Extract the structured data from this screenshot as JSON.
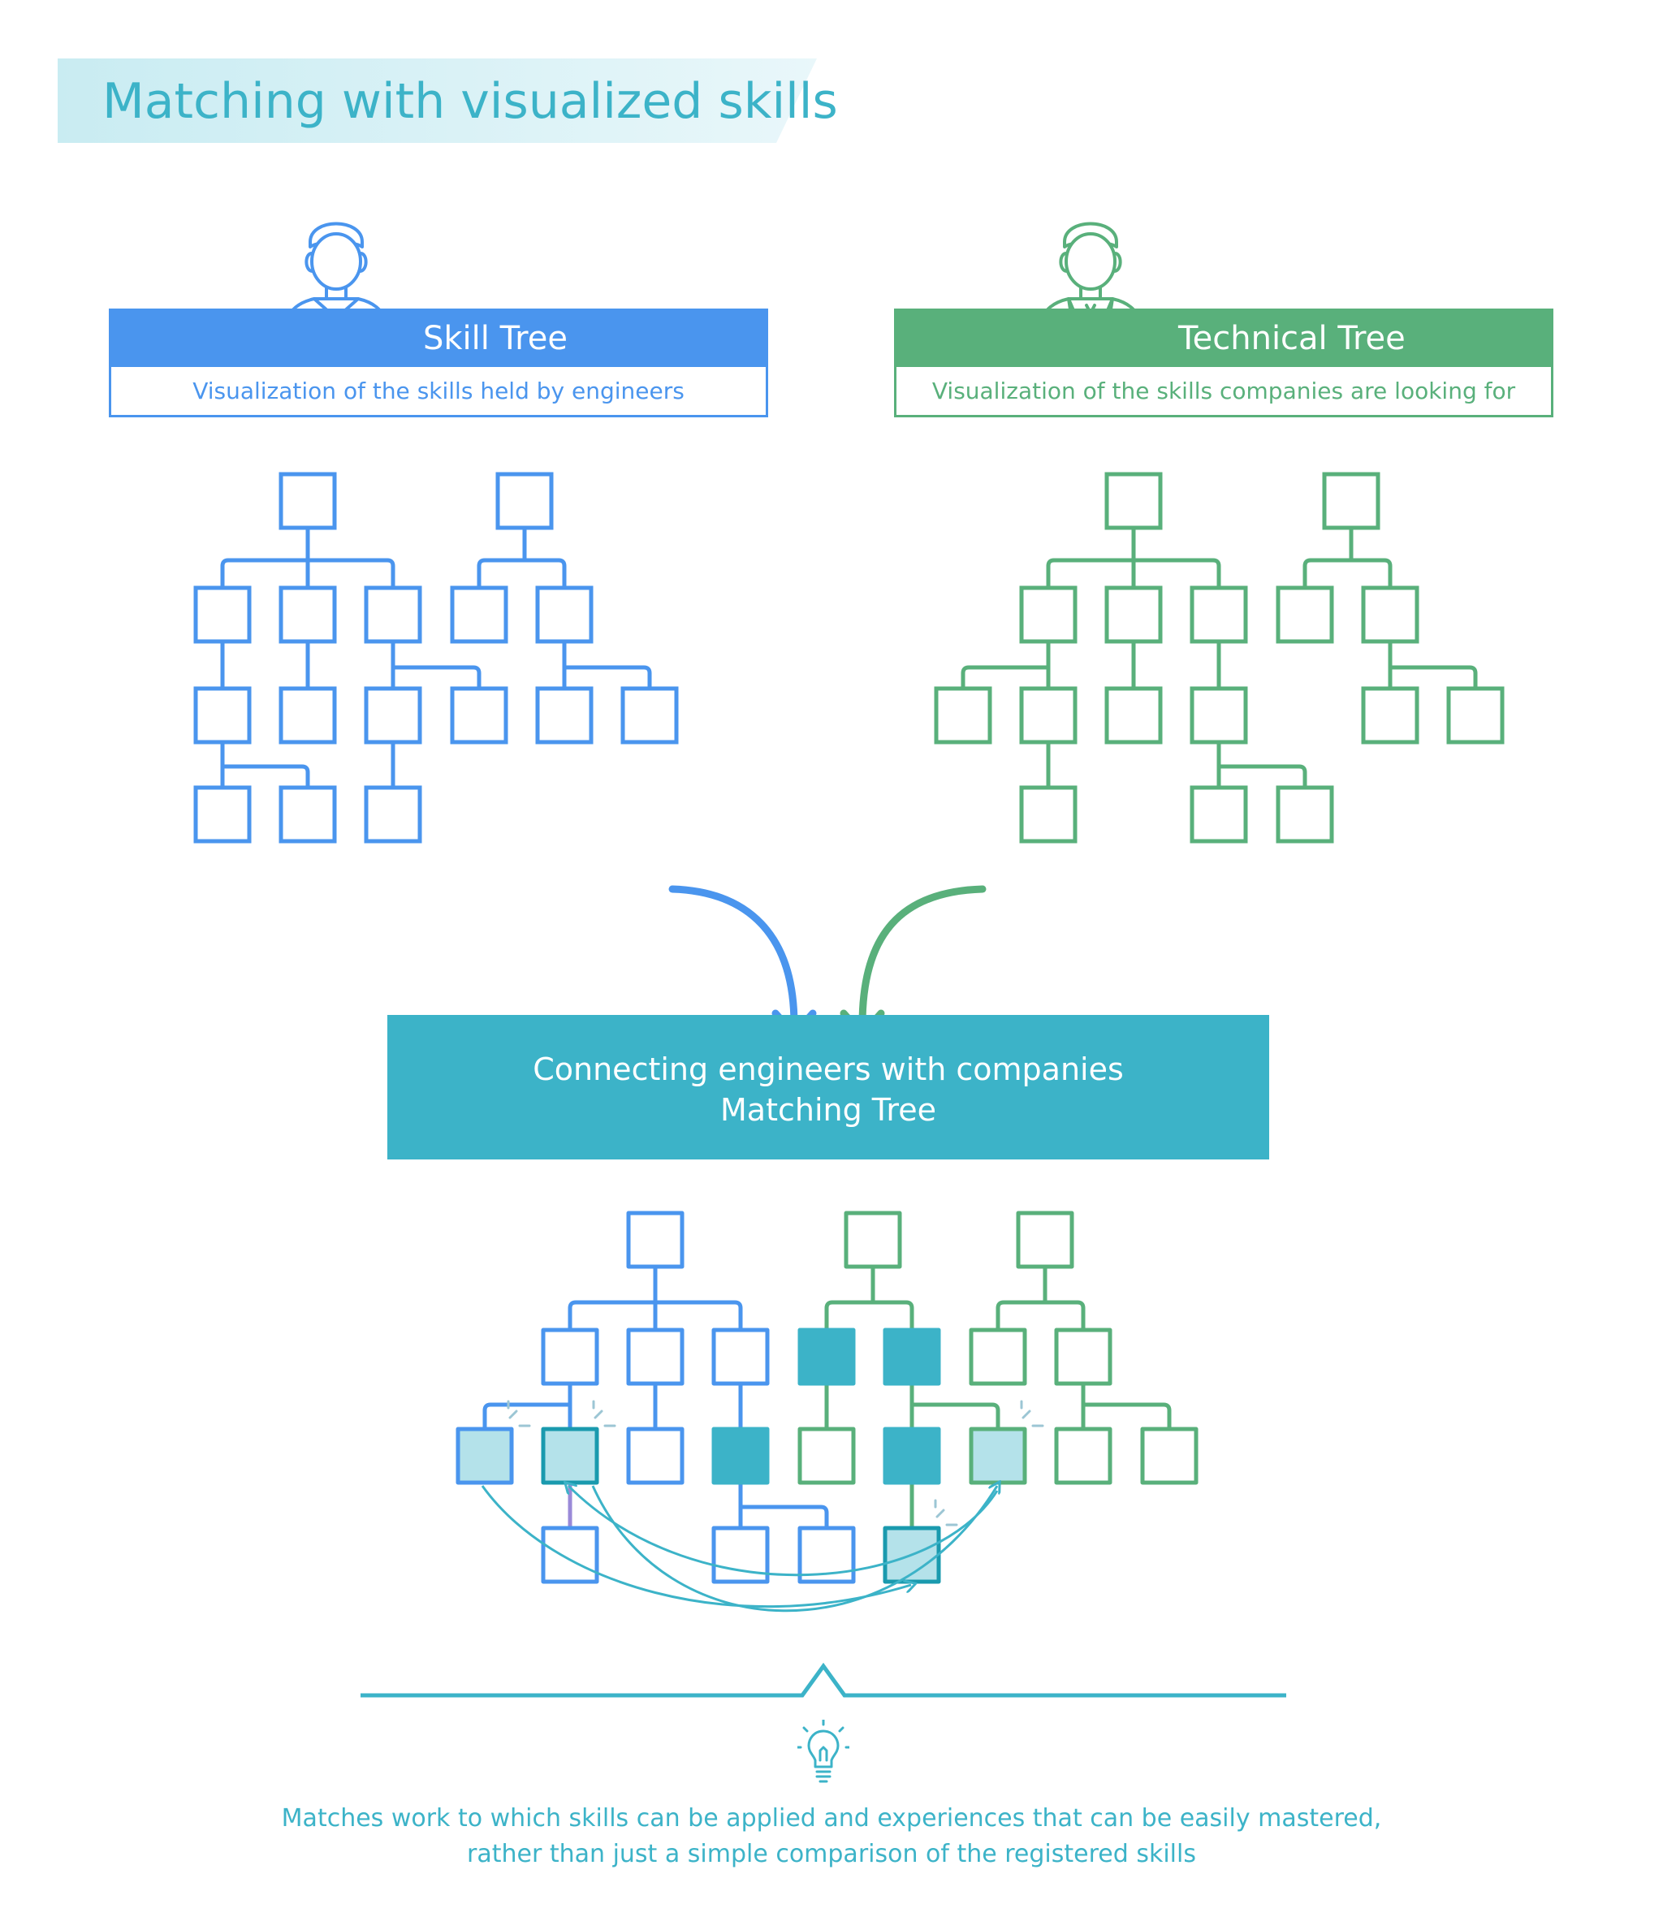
{
  "title": "Matching with visualized skills",
  "skill_tree": {
    "label": "Skill Tree",
    "subtitle": "Visualization of the skills held by engineers"
  },
  "technical_tree": {
    "label": "Technical Tree",
    "subtitle": "Visualization of the skills companies are looking for"
  },
  "matching": {
    "line1": "Connecting engineers with companies",
    "line2": "Matching Tree"
  },
  "footer": {
    "line1": "Matches work to which skills can be applied and experiences that can be easily mastered,",
    "line2": "rather than just a simple comparison of the registered skills"
  },
  "colors": {
    "engineer_blue": "#4a95ee",
    "company_green": "#59b07b",
    "match_teal": "#3cb3c8",
    "partial_light": "#b4e2ea"
  },
  "icons": [
    "engineer-icon",
    "company-person-icon",
    "lightbulb-icon"
  ]
}
